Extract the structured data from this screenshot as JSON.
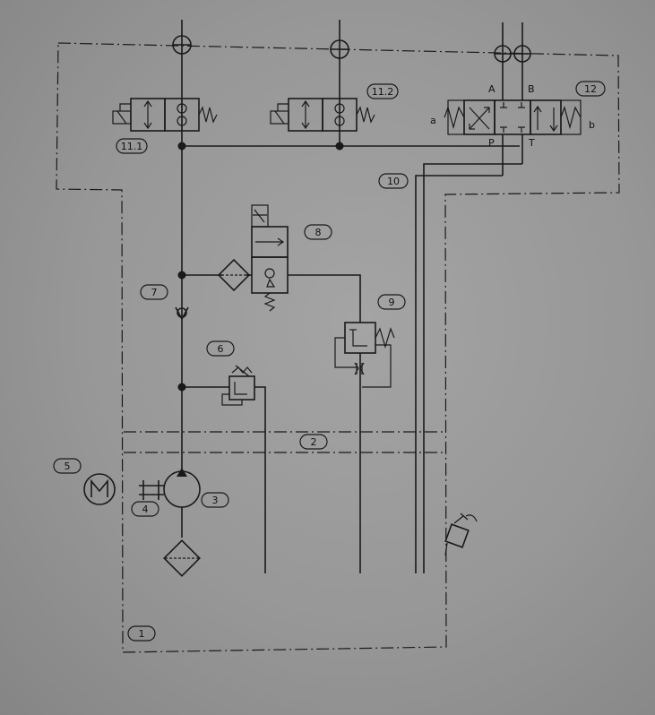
{
  "diagram": {
    "tags": {
      "t1": "1",
      "t2": "2",
      "t3": "3",
      "t4": "4",
      "t5": "5",
      "t6": "6",
      "t7": "7",
      "t8": "8",
      "t9": "9",
      "t10": "10",
      "t11_1": "11.1",
      "t11_2": "11.2",
      "t12": "12"
    },
    "port_labels": {
      "a_port": "A",
      "b_port": "B",
      "p_port": "P",
      "t_port": "T",
      "sol_a": "a",
      "sol_b": "b"
    }
  }
}
